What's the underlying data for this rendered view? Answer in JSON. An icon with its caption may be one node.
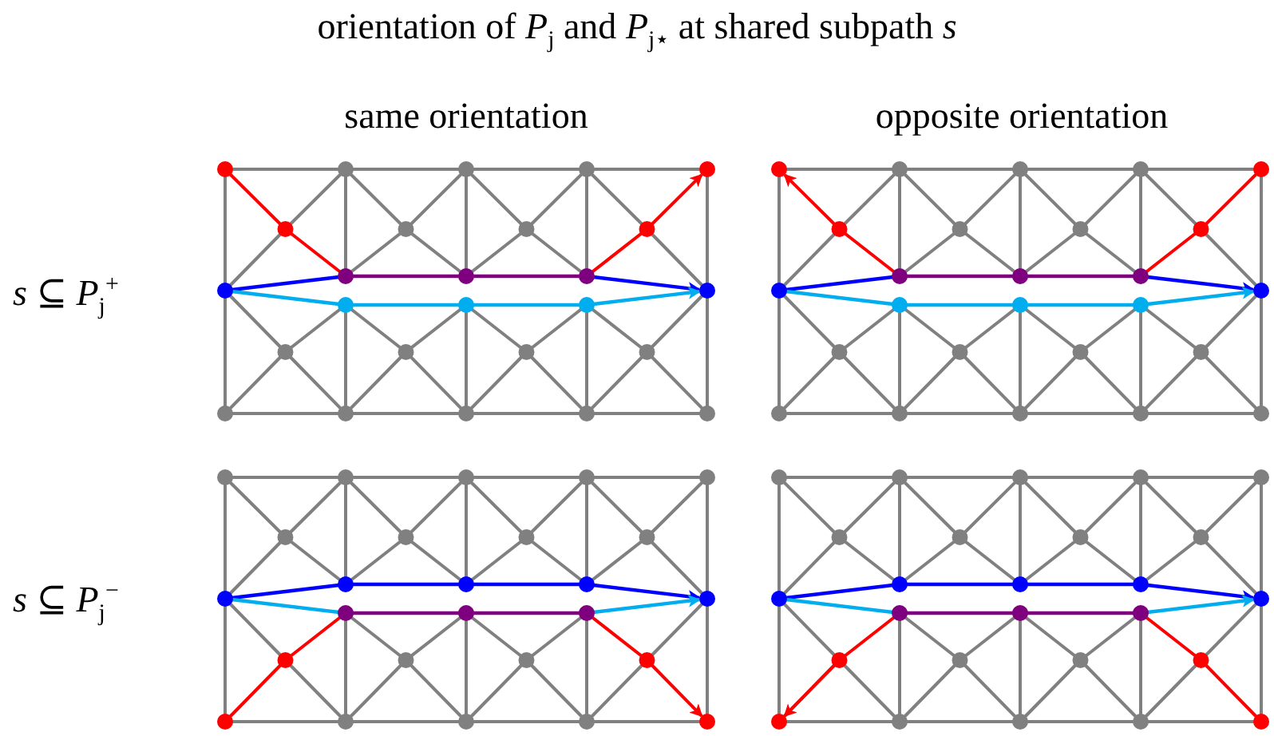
{
  "diagram": {
    "title": "orientation of *P*$_{j}$ and *P*$_{j⋆}$ at shared subpath *s*",
    "labels": [
      "same orientation",
      "opposite orientation",
      "*s* ⊆ *P*$_{j}$$^{+}$",
      "*s* ⊆ *P*$_{j}$$^{−}$"
    ]
  }
}
